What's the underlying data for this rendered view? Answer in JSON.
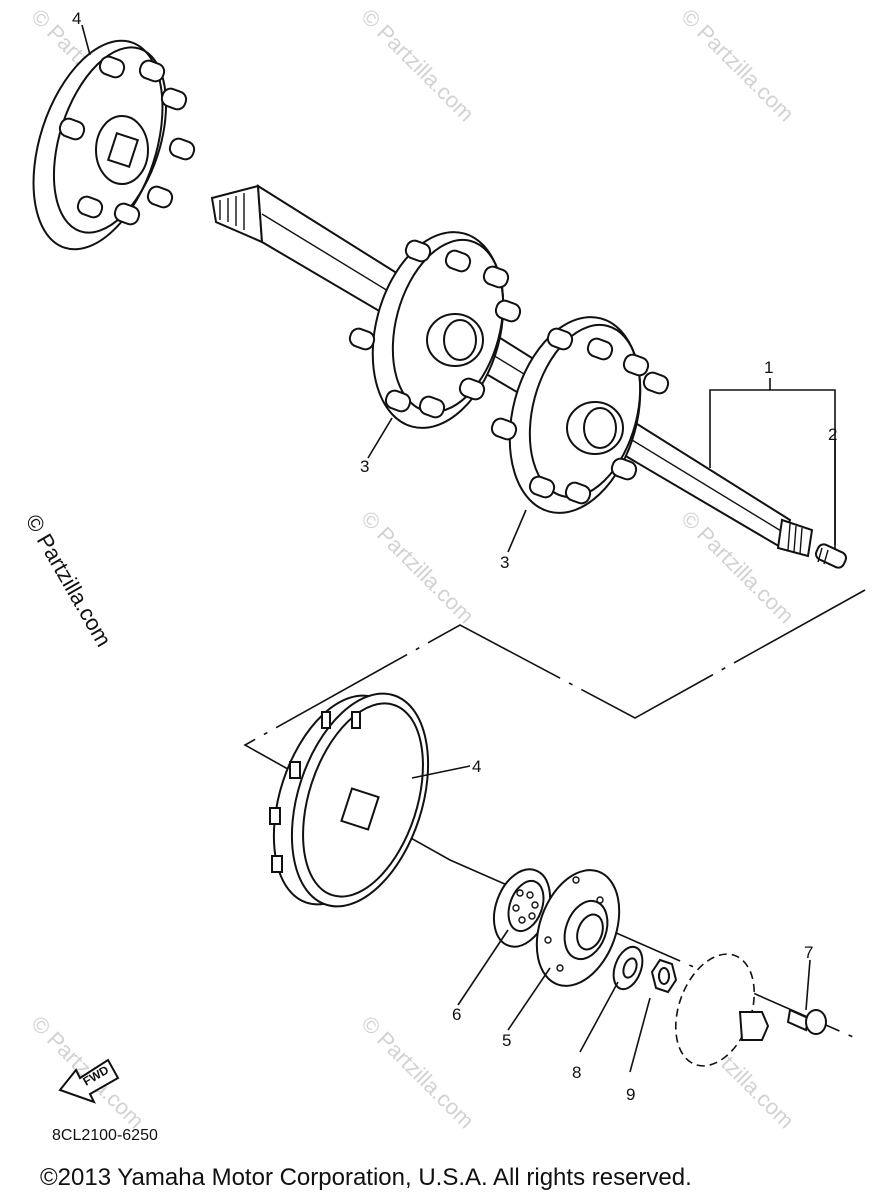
{
  "callouts": {
    "c1": "1",
    "c2": "2",
    "c3a": "3",
    "c3b": "3",
    "c4a": "4",
    "c4b": "4",
    "c5": "5",
    "c6": "6",
    "c7": "7",
    "c8": "8",
    "c9": "9"
  },
  "diagram_code": "8CL2100-6250",
  "fwd_label": "FWD",
  "copyright": "©2013 Yamaha Motor Corporation, U.S.A. All rights reserved.",
  "watermark": "© Partzilla.com"
}
